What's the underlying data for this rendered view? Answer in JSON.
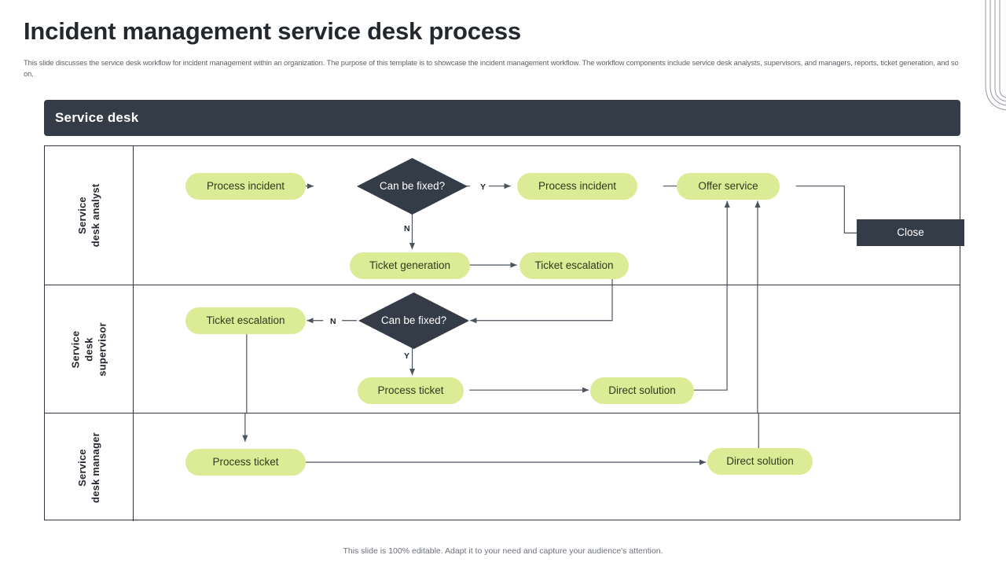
{
  "page": {
    "title": "Incident management service desk process",
    "subtitle": "This slide discusses the service desk workflow for incident management within an organization. The purpose of this template is to showcase the incident management workflow. The workflow components include service desk analysts, supervisors, and managers, reports, ticket generation, and so on.",
    "footer": "This slide is 100% editable. Adapt it to your need and capture your audience's attention."
  },
  "banner": {
    "label": "Service desk"
  },
  "colors": {
    "dark": "#343c48",
    "pill": "#dceb95",
    "pill_text": "#2f3b1e",
    "line": "#4b535e",
    "frame": "#2e3440"
  },
  "lanes": [
    {
      "id": "service-desk-analyst",
      "label": "Service\ndesk analyst",
      "nodes": [
        {
          "id": "analyst-process-incident-1",
          "type": "pill",
          "label": "Process incident"
        },
        {
          "id": "analyst-can-be-fixed",
          "type": "diamond",
          "label": "Can be fixed?"
        },
        {
          "id": "analyst-process-incident-2",
          "type": "pill",
          "label": "Process incident"
        },
        {
          "id": "analyst-offer-service",
          "type": "pill",
          "label": "Offer service"
        },
        {
          "id": "analyst-close",
          "type": "rect",
          "label": "Close"
        },
        {
          "id": "analyst-ticket-generation",
          "type": "pill",
          "label": "Ticket generation"
        },
        {
          "id": "analyst-ticket-escalation",
          "type": "pill",
          "label": "Ticket escalation"
        }
      ],
      "edge_labels": [
        {
          "id": "analyst-branch-yes",
          "label": "Y"
        },
        {
          "id": "analyst-branch-no",
          "label": "N"
        }
      ]
    },
    {
      "id": "service-desk-supervisor",
      "label": "Service\ndesk\nsupervisor",
      "nodes": [
        {
          "id": "supervisor-ticket-escalation",
          "type": "pill",
          "label": "Ticket escalation"
        },
        {
          "id": "supervisor-can-be-fixed",
          "type": "diamond",
          "label": "Can be fixed?"
        },
        {
          "id": "supervisor-process-ticket",
          "type": "pill",
          "label": "Process ticket"
        },
        {
          "id": "supervisor-direct-solution",
          "type": "pill",
          "label": "Direct solution"
        }
      ],
      "edge_labels": [
        {
          "id": "supervisor-branch-no",
          "label": "N"
        },
        {
          "id": "supervisor-branch-yes",
          "label": "Y"
        }
      ]
    },
    {
      "id": "service-desk-manager",
      "label": "Service\ndesk manager",
      "nodes": [
        {
          "id": "manager-process-ticket",
          "type": "pill",
          "label": "Process ticket"
        },
        {
          "id": "manager-direct-solution",
          "type": "pill",
          "label": "Direct solution"
        }
      ],
      "edge_labels": []
    }
  ]
}
